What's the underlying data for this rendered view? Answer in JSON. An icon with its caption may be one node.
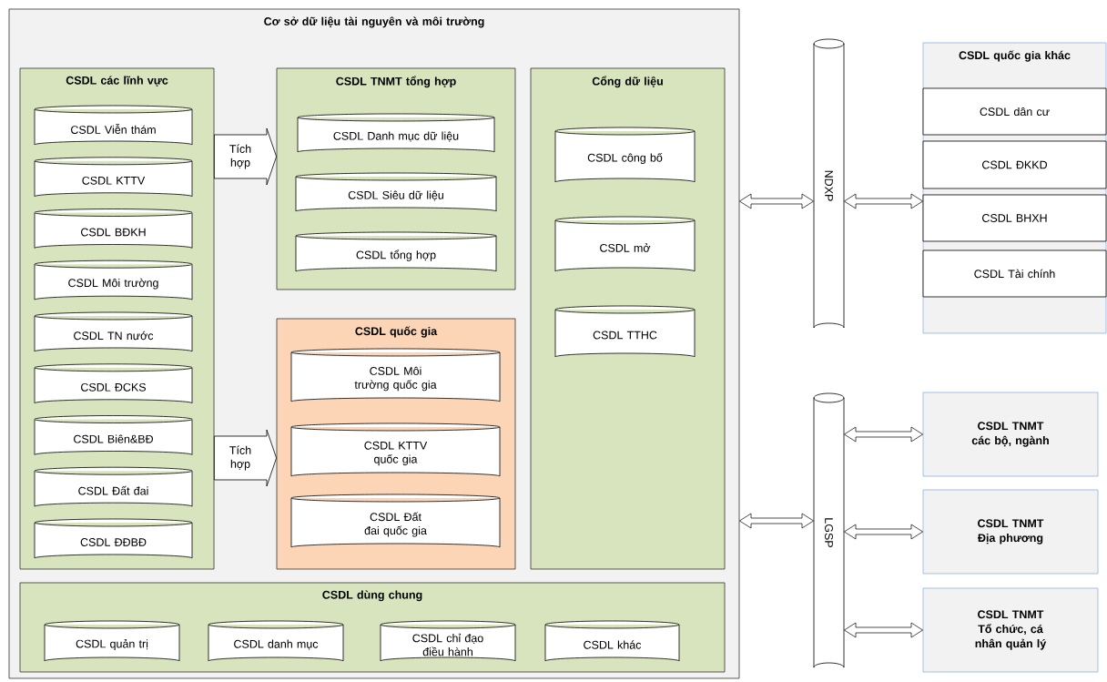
{
  "diagram": {
    "nodes": [
      {
        "text": [
          "Cơ sở dữ liệu tài nguyên và môi trường"
        ]
      },
      {
        "text": [
          "CSDL các lĩnh vực"
        ],
        "in": 0
      },
      {
        "text": [
          "CSDL Viễn thám"
        ],
        "in": 1
      },
      {
        "text": [
          "CSDL KTTV"
        ],
        "in": 1
      },
      {
        "text": [
          "CSDL BĐKH"
        ],
        "in": 1
      },
      {
        "text": [
          "CSDL Môi trường"
        ],
        "in": 1
      },
      {
        "text": [
          "CSDL TN nước"
        ],
        "in": 1
      },
      {
        "text": [
          "CSDL ĐCKS"
        ],
        "in": 1
      },
      {
        "text": [
          "CSDL Biên&BĐ"
        ],
        "in": 1
      },
      {
        "text": [
          "CSDL Đất đai"
        ],
        "in": 1
      },
      {
        "text": [
          "CSDL ĐĐBĐ"
        ],
        "in": 1
      },
      {
        "text": [
          "CSDL TNMT tổng hợp"
        ],
        "in": 0
      },
      {
        "text": [
          "CSDL Danh mục dữ liệu"
        ],
        "in": 11
      },
      {
        "text": [
          "CSDL Siêu dữ liệu"
        ],
        "in": 11
      },
      {
        "text": [
          "CSDL tổng hợp"
        ],
        "in": 11
      },
      {
        "text": [
          "CSDL quốc gia"
        ],
        "in": 0
      },
      {
        "text": [
          "CSDL Môi trường quốc gia"
        ],
        "in": 15
      },
      {
        "text": [
          "CSDL KTTV quốc gia"
        ],
        "in": 15
      },
      {
        "text": [
          "CSDL Đất đai quốc gia"
        ],
        "in": 15
      },
      {
        "text": [
          "Cổng dữ liệu"
        ],
        "in": 0
      },
      {
        "text": [
          "CSDL công bố"
        ],
        "in": 19
      },
      {
        "text": [
          "CSDL mở"
        ],
        "in": 19
      },
      {
        "text": [
          "CSDL TTHC"
        ],
        "in": 19
      },
      {
        "text": [
          "CSDL dùng chung"
        ],
        "in": 0
      },
      {
        "text": [
          "CSDL quản trị"
        ],
        "in": 23
      },
      {
        "text": [
          "CSDL danh mục"
        ],
        "in": 23
      },
      {
        "text": [
          "CSDL chỉ đạo điều hành"
        ],
        "in": 23
      },
      {
        "text": [
          "CSDL khác"
        ],
        "in": 23
      },
      {
        "text": [
          "NDXP"
        ]
      },
      {
        "text": [
          "LGSP"
        ]
      },
      {
        "text": [
          "CSDL quốc gia khác"
        ]
      },
      {
        "text": [
          "CSDL dân cư"
        ],
        "in": 30
      },
      {
        "text": [
          "CSDL ĐKKD"
        ],
        "in": 30
      },
      {
        "text": [
          "CSDL BHXH"
        ],
        "in": 30
      },
      {
        "text": [
          "CSDL Tài chính"
        ],
        "in": 30
      },
      {
        "text": [
          "CSDL TNMT các bộ, ngành"
        ]
      },
      {
        "text": [
          "CSDL TNMT Địa phương"
        ]
      },
      {
        "text": [
          "CSDL TNMT Tổ chức, cá nhân quản lý"
        ]
      }
    ],
    "edges": [
      {
        "from": 1,
        "to": 11,
        "label": "Tích hợp",
        "arrow": "to"
      },
      {
        "from": 1,
        "to": 15,
        "label": "Tích hợp",
        "arrow": "to"
      },
      {
        "from": 0,
        "to": 28,
        "arrow": "both"
      },
      {
        "from": 28,
        "to": 30,
        "arrow": "both"
      },
      {
        "from": 0,
        "to": 29,
        "arrow": "both"
      },
      {
        "from": 29,
        "to": 35,
        "arrow": "both"
      },
      {
        "from": 29,
        "to": 36,
        "arrow": "both"
      },
      {
        "from": 29,
        "to": 37,
        "arrow": "both"
      }
    ]
  }
}
